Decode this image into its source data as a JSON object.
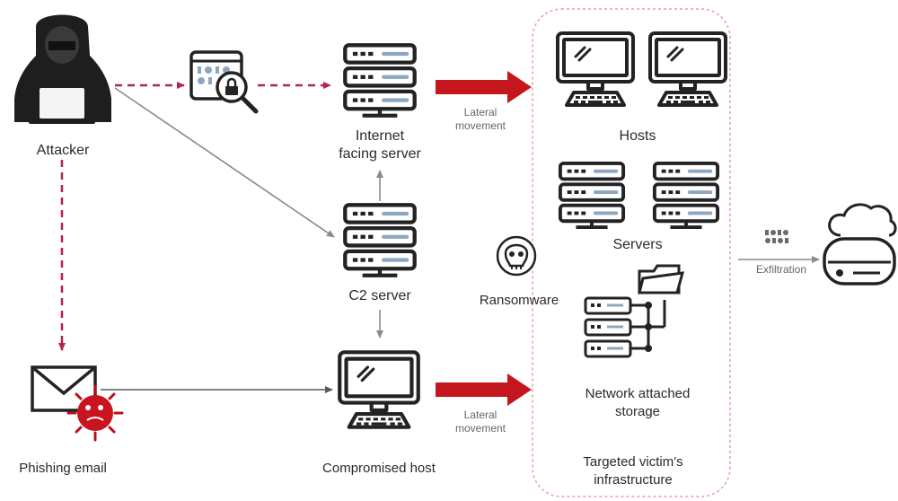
{
  "colors": {
    "dark": "#232323",
    "accent_red": "#c4161c",
    "dashed_red": "#b2254a",
    "boundary": "#e5a0a0",
    "gray_arrow": "#8a8a8a"
  },
  "nodes": {
    "attacker": {
      "label": "Attacker",
      "icon": "hooded-hacker-icon"
    },
    "recon": {
      "icon": "data-search-lock-icon"
    },
    "internet_server": {
      "label_line1": "Internet",
      "label_line2": "facing server",
      "icon": "server-rack-icon"
    },
    "c2_server": {
      "label": "C2 server",
      "icon": "server-rack-icon"
    },
    "phishing": {
      "label": "Phishing email",
      "icon": "envelope-virus-icon"
    },
    "compromised_host": {
      "label": "Compromised host",
      "icon": "desktop-computer-icon"
    },
    "ransomware": {
      "label": "Ransomware",
      "icon": "skull-icon"
    },
    "hosts": {
      "label": "Hosts",
      "icon": "desktop-computer-icon"
    },
    "servers": {
      "label": "Servers",
      "icon": "server-rack-icon"
    },
    "nas": {
      "label_line1": "Network attached",
      "label_line2": "storage",
      "icon": "nas-folder-icon"
    },
    "cloud": {
      "icon": "cloud-storage-icon"
    },
    "exfil_data": {
      "icon": "binary-data-icon"
    }
  },
  "edges": {
    "lateral_top_line1": "Lateral",
    "lateral_top_line2": "movement",
    "lateral_bottom_line1": "Lateral",
    "lateral_bottom_line2": "movement",
    "exfiltration": "Exfiltration"
  },
  "boundary": {
    "label_line1": "Targeted victim's",
    "label_line2": "infrastructure"
  }
}
